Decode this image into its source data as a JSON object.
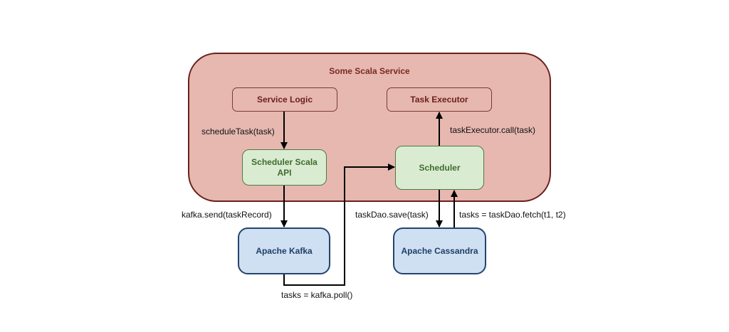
{
  "diagram": {
    "container": {
      "title": "Some Scala Service"
    },
    "nodes": {
      "service_logic": "Service Logic",
      "task_executor": "Task Executor",
      "scheduler_api_line1": "Scheduler Scala",
      "scheduler_api_line2": "API",
      "scheduler": "Scheduler",
      "kafka": "Apache Kafka",
      "cassandra": "Apache Cassandra"
    },
    "edges": {
      "schedule_task": "scheduleTask(task)",
      "executor_call": "taskExecutor.call(task)",
      "kafka_send": "kafka.send(taskRecord)",
      "kafka_poll": "tasks = kafka.poll()",
      "dao_save": "taskDao.save(task)",
      "dao_fetch": "tasks = taskDao.fetch(t1, t2)"
    },
    "colors": {
      "service_fill": "#e6b8b0",
      "service_border": "#6b1f1b",
      "scala_component_fill": "#d9ecd2",
      "external_fill": "#cfe0f3"
    }
  }
}
